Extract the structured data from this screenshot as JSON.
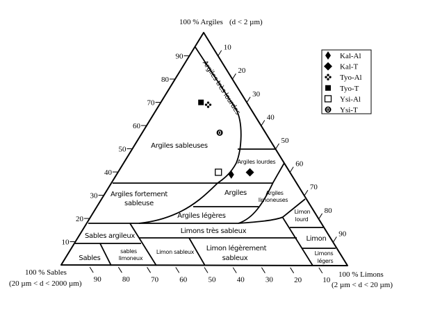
{
  "chart_data": {
    "type": "scatter",
    "subtype": "ternary-soil-texture",
    "axes": {
      "top": {
        "label": "100 % Argiles",
        "sub": "(d < 2 µm)"
      },
      "left": {
        "label": "100 % Sables",
        "sub": "(20 µm < d < 2000 µm)"
      },
      "right": {
        "label": "100 % Limons",
        "sub": "(2 µm < d < 20 µm)"
      }
    },
    "left_ticks": [
      "10",
      "20",
      "30",
      "40",
      "50",
      "60",
      "70",
      "80",
      "90"
    ],
    "right_ticks": [
      "10",
      "20",
      "30",
      "40",
      "50",
      "60",
      "70",
      "80",
      "90"
    ],
    "bottom_ticks": [
      "90",
      "80",
      "70",
      "60",
      "50",
      "40",
      "30",
      "20",
      "10"
    ],
    "regions": {
      "argiles_tres_lourdes": "Argiles très lourdes",
      "argiles_sableuses": "Argiles sableuses",
      "argiles_lourdes": "Argiles lourdes",
      "argiles_fortement_1": "Argiles fortement",
      "argiles_fortement_2": "sableuse",
      "argiles": "Argiles",
      "argiles_limoneuses_1": "Argiles",
      "argiles_limoneuses_2": "limoneuses",
      "argiles_legeres": "Argiles légères",
      "limon_lourd_1": "Limon",
      "limon_lourd_2": "lourd",
      "sables_argileux": "Sables argileux",
      "limons_tres_sableux": "Limons très sableux",
      "limon": "Limon",
      "sables": "Sables",
      "sables_limoneux_1": "sables",
      "sables_limoneux_2": "limoneux",
      "limon_sableux": "Limon sableux",
      "limon_leg_sableux_1": "Limon légèrement",
      "limon_leg_sableux_2": "sableux",
      "limons_legers_1": "Limons",
      "limons_legers_2": "légers"
    },
    "legend_position": "top-right",
    "series": [
      {
        "name": "Kal-Al",
        "marker": "diamond-small",
        "clay": 39,
        "silt": 40,
        "sand": 21
      },
      {
        "name": "Kal-T",
        "marker": "diamond",
        "clay": 40,
        "silt": 46,
        "sand": 14
      },
      {
        "name": "Tyo-Al",
        "marker": "four-dot",
        "clay": 69,
        "silt": 17,
        "sand": 14
      },
      {
        "name": "Tyo-T",
        "marker": "square-filled",
        "clay": 70,
        "silt": 14,
        "sand": 16
      },
      {
        "name": "Ysi-Al",
        "marker": "square-open",
        "clay": 40,
        "silt": 35,
        "sand": 25
      },
      {
        "name": "Ysi-T",
        "marker": "circle-zero",
        "clay": 57,
        "silt": 27,
        "sand": 16
      }
    ]
  }
}
